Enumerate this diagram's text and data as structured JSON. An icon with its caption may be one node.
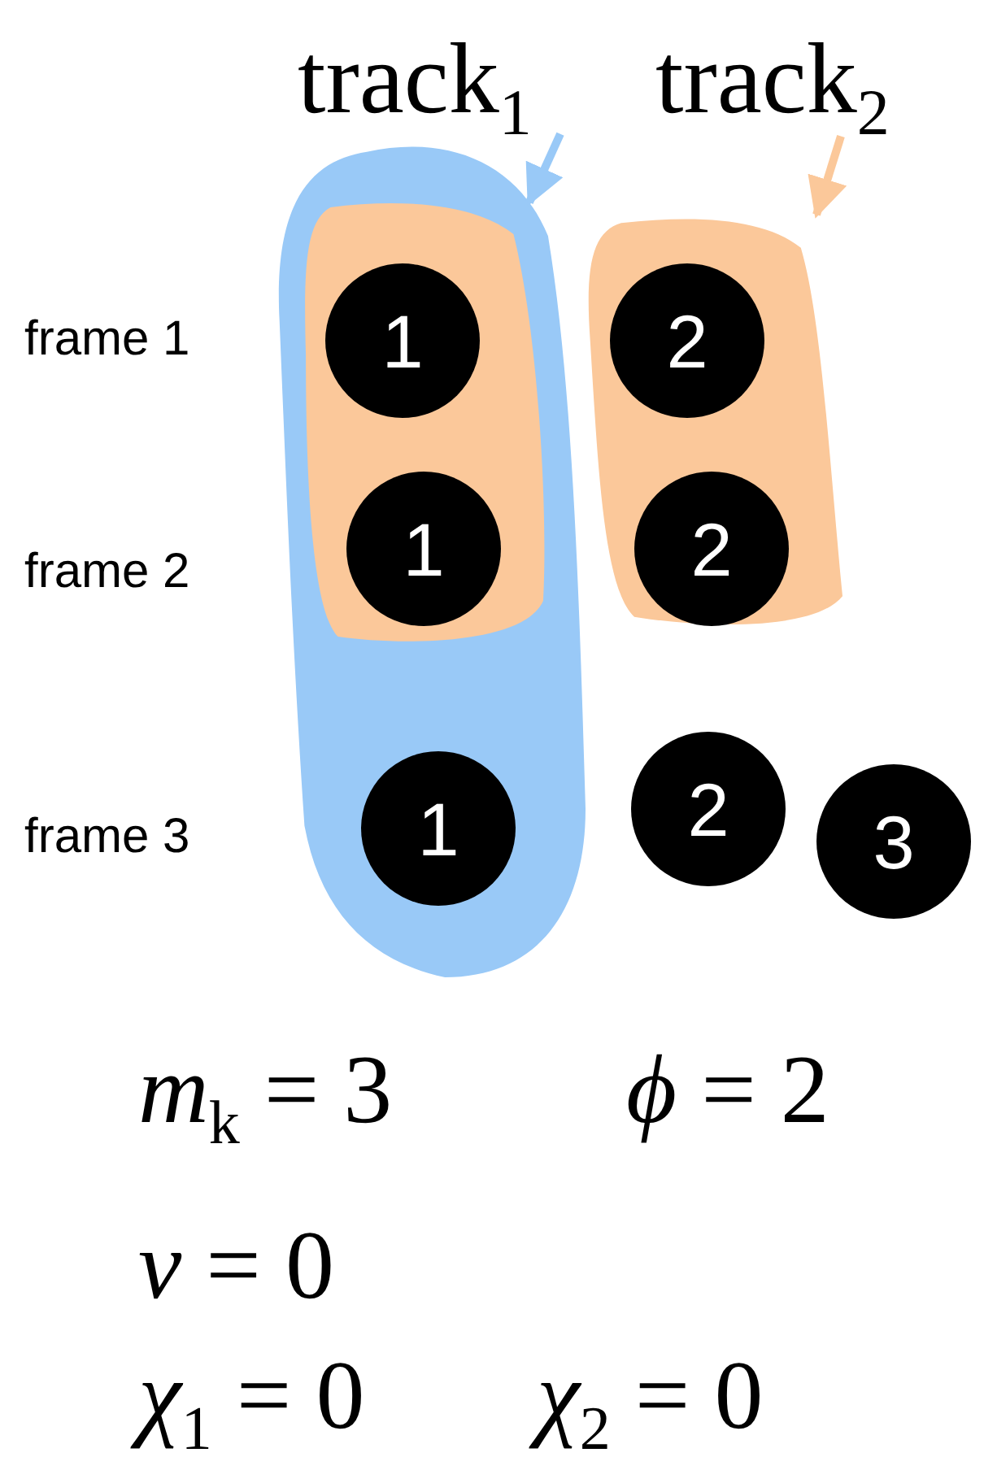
{
  "diagram": {
    "nodes": [
      {
        "text": [
          "track$_{1}$"
        ]
      },
      {
        "text": [
          "track$_{2}$"
        ]
      },
      {
        "text": [],
        "shape": "blob"
      },
      {
        "text": [],
        "shape": "blob",
        "in": 2
      },
      {
        "text": [
          "1"
        ],
        "in": 3
      },
      {
        "text": [
          "1"
        ],
        "in": 3
      },
      {
        "text": [
          "1"
        ],
        "in": 2
      },
      {
        "text": [],
        "shape": "blob"
      },
      {
        "text": [
          "2"
        ],
        "in": 7
      },
      {
        "text": [
          "2"
        ],
        "in": 7
      },
      {
        "text": [
          "2"
        ]
      },
      {
        "text": [
          "3"
        ]
      }
    ],
    "edges": [
      {
        "from": 0,
        "to": 2,
        "arrow": "to",
        "color": "#99c9f7"
      },
      {
        "from": 1,
        "to": 7,
        "arrow": "to",
        "color": "#fbc89a"
      }
    ],
    "labels": [
      "frame 1",
      "frame 2",
      "frame 3",
      "*m*$_{k}$ = 3",
      "*ϕ* = 2",
      "*ν* = 0",
      "*χ*$_{1}$ = 0",
      "*χ*$_{2}$ = 0"
    ]
  }
}
